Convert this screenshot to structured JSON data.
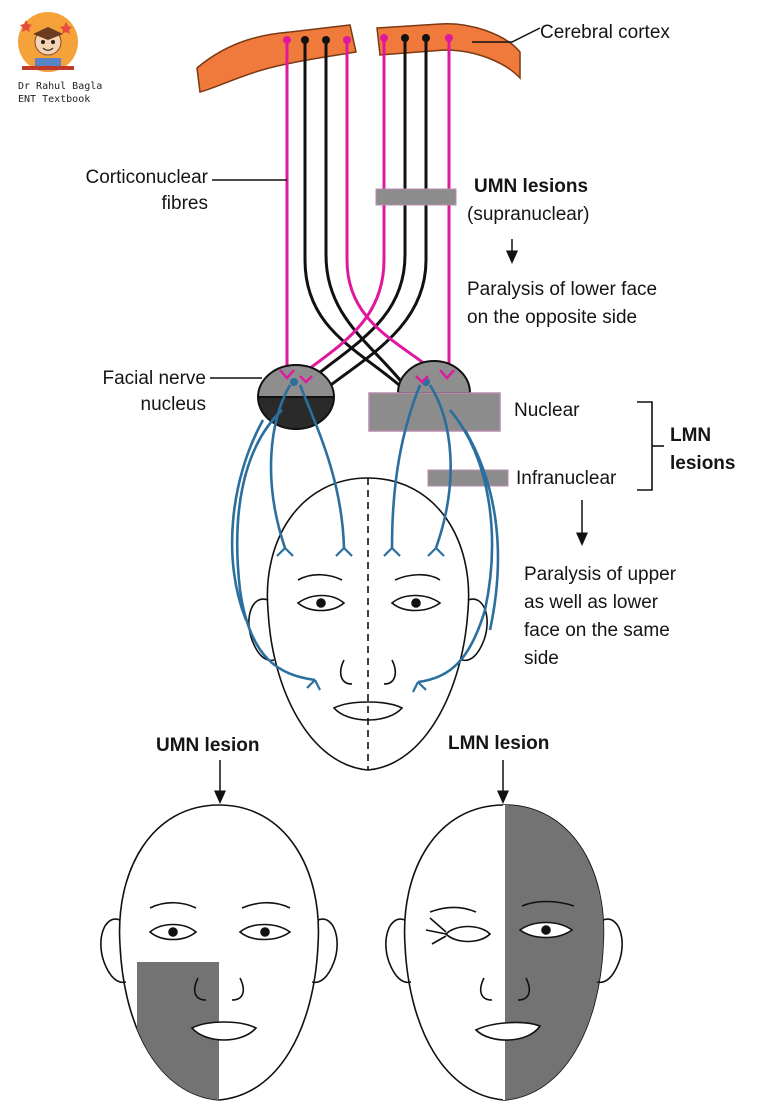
{
  "branding": {
    "author": "Dr Rahul Bagla",
    "book": "ENT Textbook"
  },
  "labels": {
    "cerebral_cortex": "Cerebral cortex",
    "corticonuclear_line1": "Corticonuclear",
    "corticonuclear_line2": "fibres",
    "umn_lesions_title": "UMN lesions",
    "umn_lesions_sub": "(supranuclear)",
    "umn_effect_line1": "Paralysis of lower face",
    "umn_effect_line2": "on the opposite side",
    "facial_nucleus_line1": "Facial nerve",
    "facial_nucleus_line2": "nucleus",
    "nuclear": "Nuclear",
    "infranuclear": "Infranuclear",
    "lmn_lesions_line1": "LMN",
    "lmn_lesions_line2": "lesions",
    "lmn_effect_line1": "Paralysis of upper",
    "lmn_effect_line2": "as well as lower",
    "lmn_effect_line3": "face on the same",
    "lmn_effect_line4": "side",
    "umn_lesion_face": "UMN lesion",
    "lmn_lesion_face": "LMN lesion"
  },
  "colors": {
    "cortex": "#f07a3c",
    "upper_motor_fibres": "#e0189e",
    "crossing_fibres": "#111111",
    "facial_nerve": "#2a6f9e",
    "nucleus_upper": "#8e8e8e",
    "nucleus_lower": "#2a2a2a",
    "lesion_bar": "#8c8c8c",
    "paralysis_shade": "#737373"
  }
}
